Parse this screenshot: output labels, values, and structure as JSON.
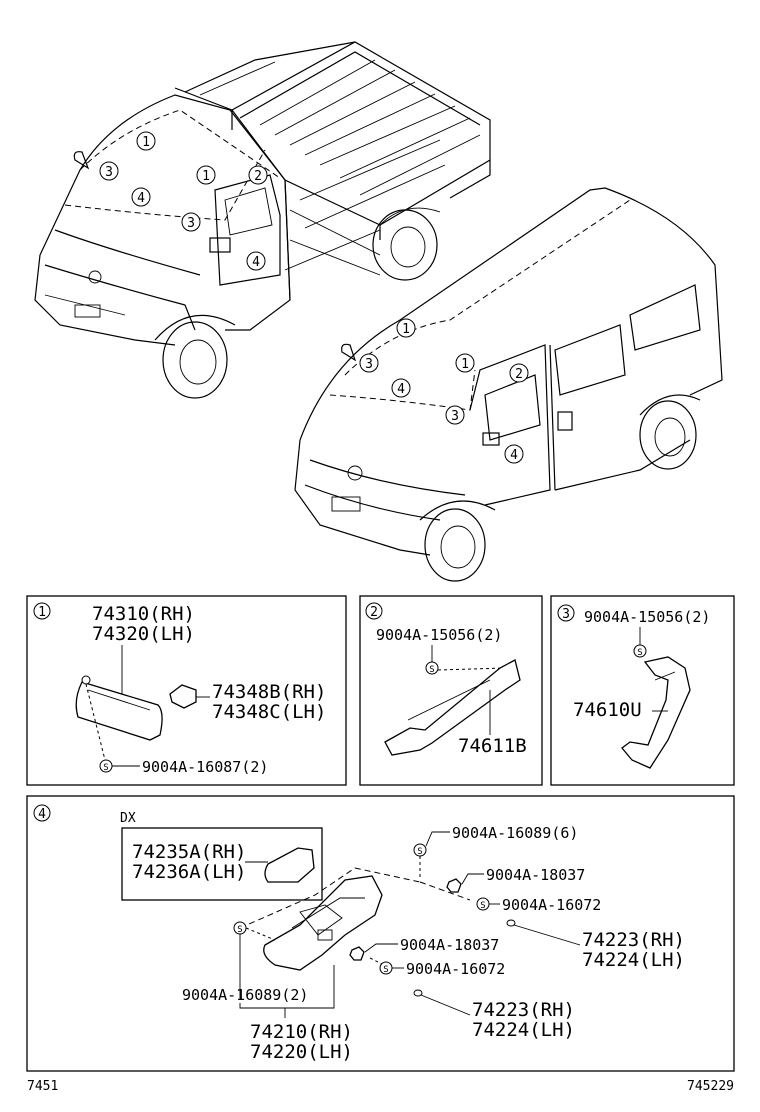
{
  "panel1": {
    "number": "1",
    "part_rh": "74310(RH)",
    "part_lh": "74320(LH)",
    "clip_rh": "74348B(RH)",
    "clip_lh": "74348C(LH)",
    "screw": "9004A-16087(2)"
  },
  "panel2": {
    "number": "2",
    "screw": "9004A-15056(2)",
    "part": "74611B"
  },
  "panel3": {
    "number": "3",
    "screw": "9004A-15056(2)",
    "part": "74610U"
  },
  "panel4": {
    "number": "4",
    "dx_label": "DX",
    "dx_part_rh": "74235A(RH)",
    "dx_part_lh": "74236A(LH)",
    "screw_top": "9004A-16089(6)",
    "nut_upper": "9004A-18037",
    "screw_upper": "9004A-16072",
    "clip_upper_rh": "74223(RH)",
    "clip_upper_lh": "74224(LH)",
    "nut_lower": "9004A-18037",
    "screw_lower": "9004A-16072",
    "clip_lower_rh": "74223(RH)",
    "clip_lower_lh": "74224(LH)",
    "screw_left": "9004A-16089(2)",
    "main_rh": "74210(RH)",
    "main_lh": "74220(LH)"
  },
  "overview_callouts": {
    "truck": [
      "1",
      "3",
      "1",
      "2",
      "4",
      "3",
      "4"
    ],
    "van": [
      "1",
      "3",
      "1",
      "2",
      "4",
      "3",
      "4"
    ]
  },
  "footer": {
    "left_code": "7451",
    "right_code": "745229"
  }
}
